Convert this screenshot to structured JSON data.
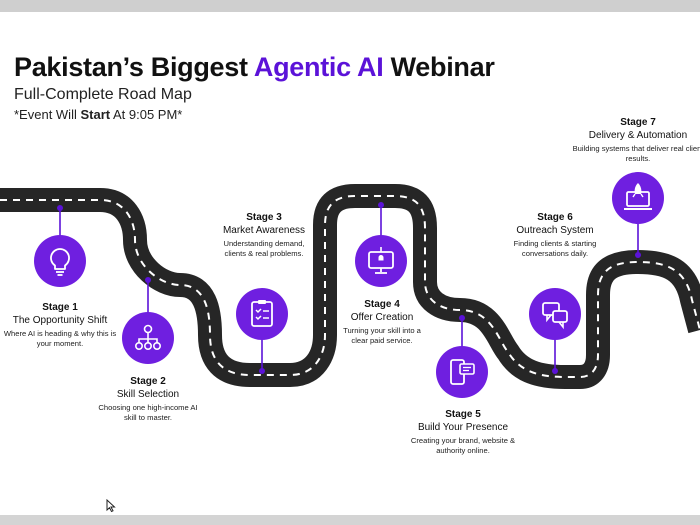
{
  "header": {
    "title_prefix": "Pakistan’s Biggest ",
    "title_accent": "Agentic AI",
    "title_suffix": " Webinar",
    "subtitle": "Full-Complete Road Map",
    "note_prefix": "*Event Will ",
    "note_bold": "Start",
    "note_suffix": " At 9:05 PM*"
  },
  "colors": {
    "accent": "#5b12d8",
    "road": "#262626",
    "lane": "#ffffff"
  },
  "stages": [
    {
      "stage": "Stage 1",
      "name": "The Opportunity Shift",
      "desc": "Where AI is heading & why this is your moment.",
      "icon": "lightbulb-icon"
    },
    {
      "stage": "Stage 2",
      "name": "Skill Selection",
      "desc": "Choosing one high-income AI skill to master.",
      "icon": "network-icon"
    },
    {
      "stage": "Stage 3",
      "name": "Market Awareness",
      "desc": "Understanding demand, clients & real problems.",
      "icon": "checklist-icon"
    },
    {
      "stage": "Stage 4",
      "name": "Offer Creation",
      "desc": "Turning your skill into a clear paid service.",
      "icon": "monitor-icon"
    },
    {
      "stage": "Stage 5",
      "name": "Build Your Presence",
      "desc": "Creating your brand, website & authority online.",
      "icon": "phone-chat-icon"
    },
    {
      "stage": "Stage 6",
      "name": "Outreach System",
      "desc": "Finding clients & starting conversations daily.",
      "icon": "chat-bubbles-icon"
    },
    {
      "stage": "Stage 7",
      "name": "Delivery & Automation",
      "desc": "Building systems that deliver real client results.",
      "icon": "laptop-rocket-icon"
    }
  ]
}
